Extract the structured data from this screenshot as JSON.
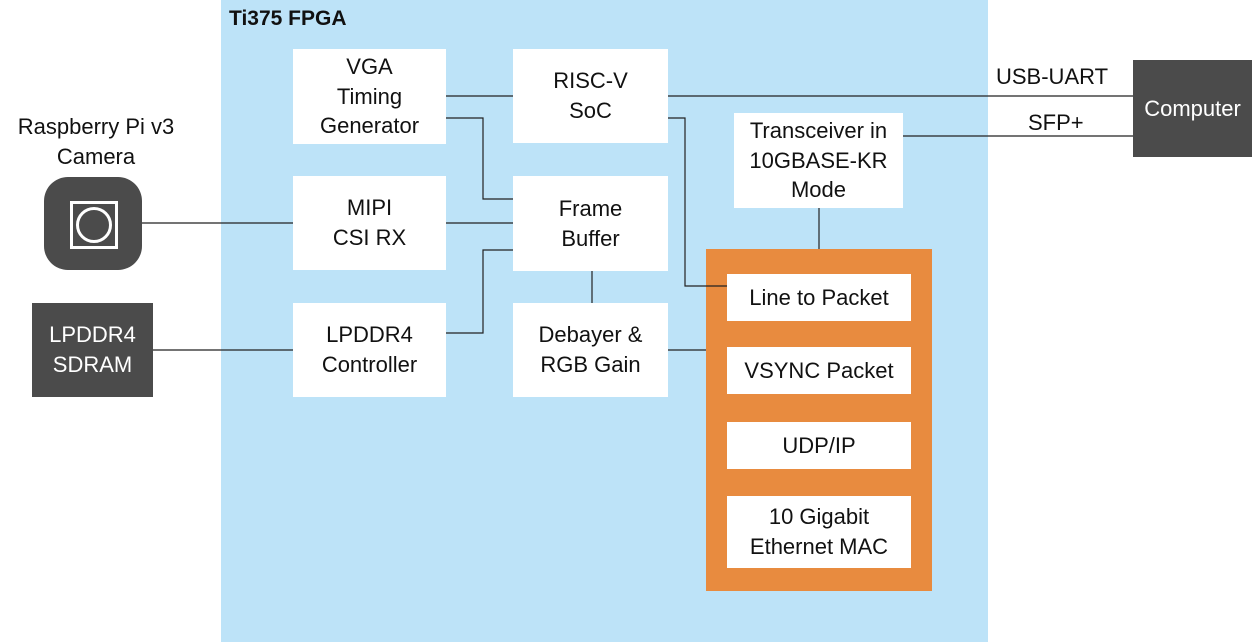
{
  "fpga": {
    "title": "Ti375 FPGA"
  },
  "blocks": {
    "vga": "VGA\nTiming\nGenerator",
    "riscv": "RISC-V\nSoC",
    "transceiver": "Transceiver in\n10GBASE-KR\nMode",
    "mipi": "MIPI\nCSI RX",
    "frame_buffer": "Frame\nBuffer",
    "lpddr4_ctrl": "LPDDR4\nController",
    "debayer": "Debayer &\nRGB Gain",
    "line_to_packet": "Line to Packet",
    "vsync": "VSYNC Packet",
    "udpip": "UDP/IP",
    "mac": "10 Gigabit\nEthernet MAC"
  },
  "external": {
    "camera_label": "Raspberry Pi v3\nCamera",
    "camera_icon": "camera-icon",
    "sdram": "LPDDR4\nSDRAM",
    "computer": "Computer"
  },
  "connections": {
    "usb_uart": "USB-UART",
    "sfp": "SFP+"
  },
  "colors": {
    "fpga_bg": "#bde3f8",
    "block_bg": "#ffffff",
    "external_bg": "#4b4b4b",
    "ethernet_group": "#e88b3f"
  }
}
